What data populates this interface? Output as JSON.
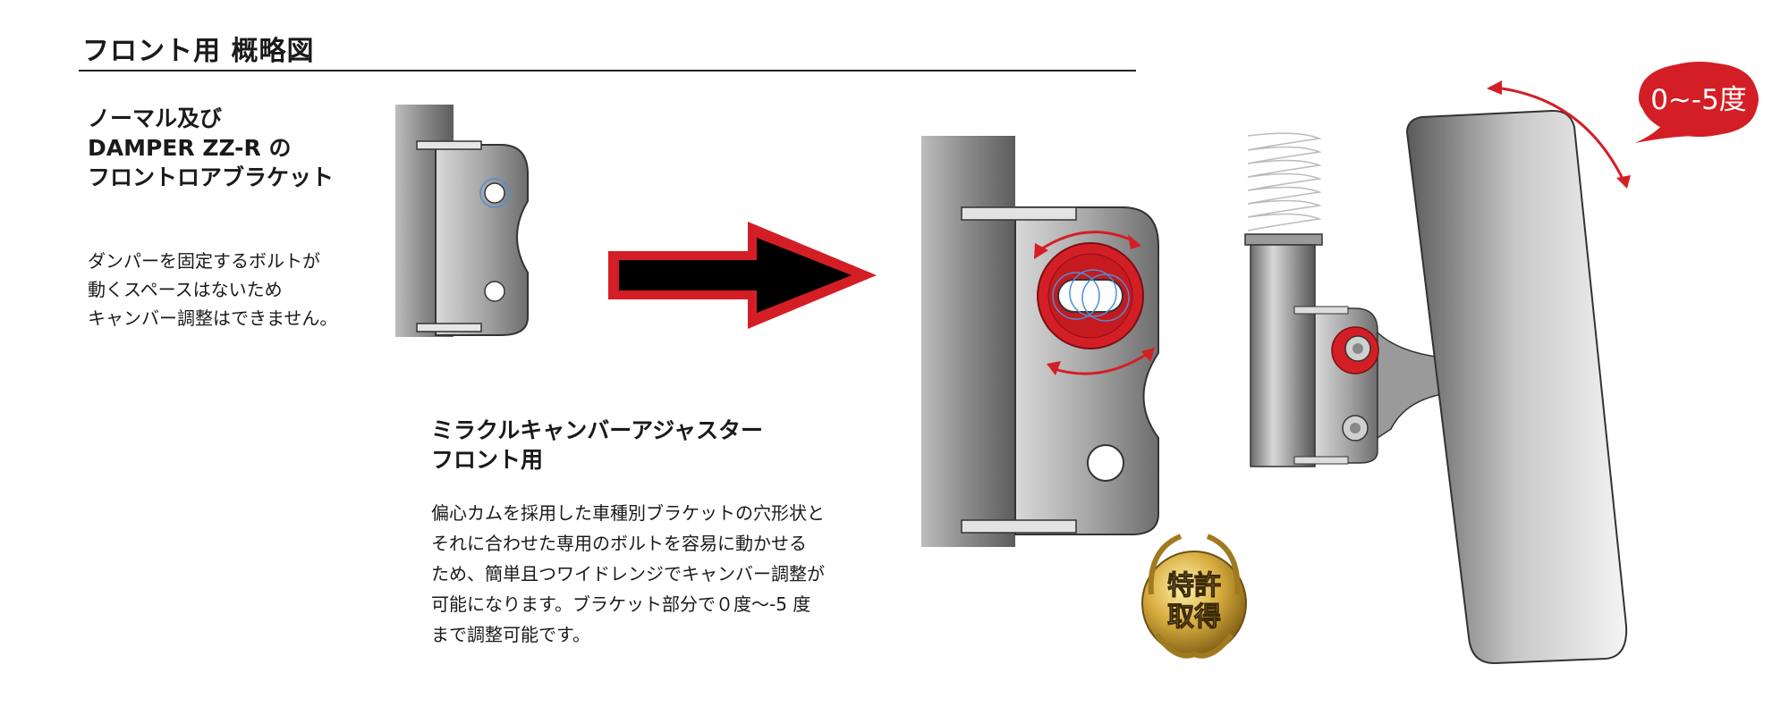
{
  "heading": "フロント用 概略図",
  "normal": {
    "title_lines": [
      "ノーマル及び",
      "DAMPER ZZ-R の",
      "フロントロアブラケット"
    ],
    "desc_lines": [
      "ダンパーを固定するボルトが",
      "動くスペースはないため",
      "キャンバー調整はできません。"
    ]
  },
  "product": {
    "title_lines": [
      "ミラクルキャンバーアジャスター",
      "フロント用"
    ],
    "desc_lines": [
      "偏心カムを採用した車種別ブラケットの穴形状と",
      "それに合わせた専用のボルトを容易に動かせる",
      "ため、簡単且つワイドレンジでキャンバー調整が",
      "可能になります。ブラケット部分で０度〜-5 度",
      "まで調整可能です。"
    ]
  },
  "patent_badge": [
    "特許",
    "取得"
  ],
  "angle_bubble": "0~-5度",
  "colors": {
    "accent_red": "#d41e25",
    "arrow_black": "#000000",
    "gold": "#c9a23a"
  },
  "icons": [
    "bracket-normal-icon",
    "bracket-adjuster-icon",
    "right-arrow-icon",
    "strut-wheel-icon",
    "patent-laurel-icon",
    "angle-speech-bubble-icon"
  ]
}
